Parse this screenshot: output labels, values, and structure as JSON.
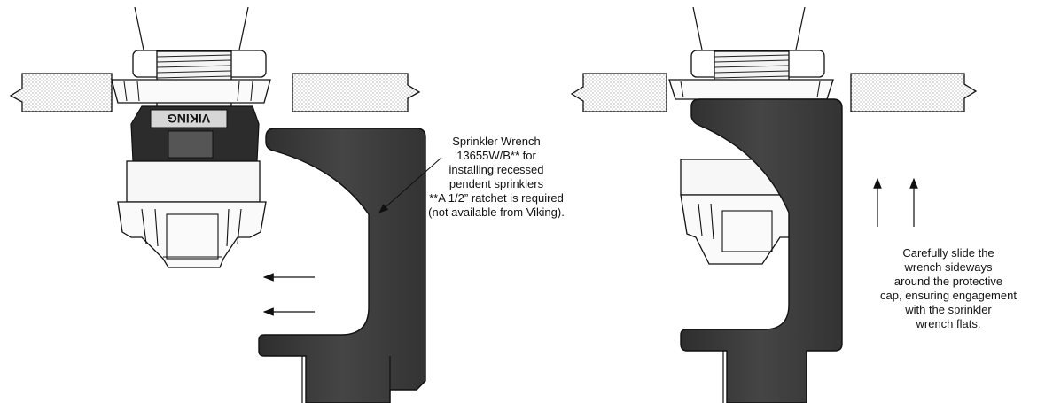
{
  "diagram": {
    "brand_mark": "VIKING",
    "caption_left": [
      "Sprinkler Wrench",
      "13655W/B** for",
      "installing recessed",
      "pendent sprinklers",
      "**A 1/2” ratchet is required",
      "(not available from Viking)."
    ],
    "caption_right": [
      "Carefully slide the",
      "wrench sideways",
      "around the protective",
      "cap, ensuring engagement",
      "with the sprinkler",
      "wrench flats."
    ],
    "colors": {
      "wrench": "#3a3a3a",
      "outline": "#1a1a1a",
      "ceiling_fill": "#e9e9e9"
    },
    "icons": [
      "arrow-left-icon",
      "arrow-up-icon",
      "pointer-arrow-icon"
    ]
  }
}
